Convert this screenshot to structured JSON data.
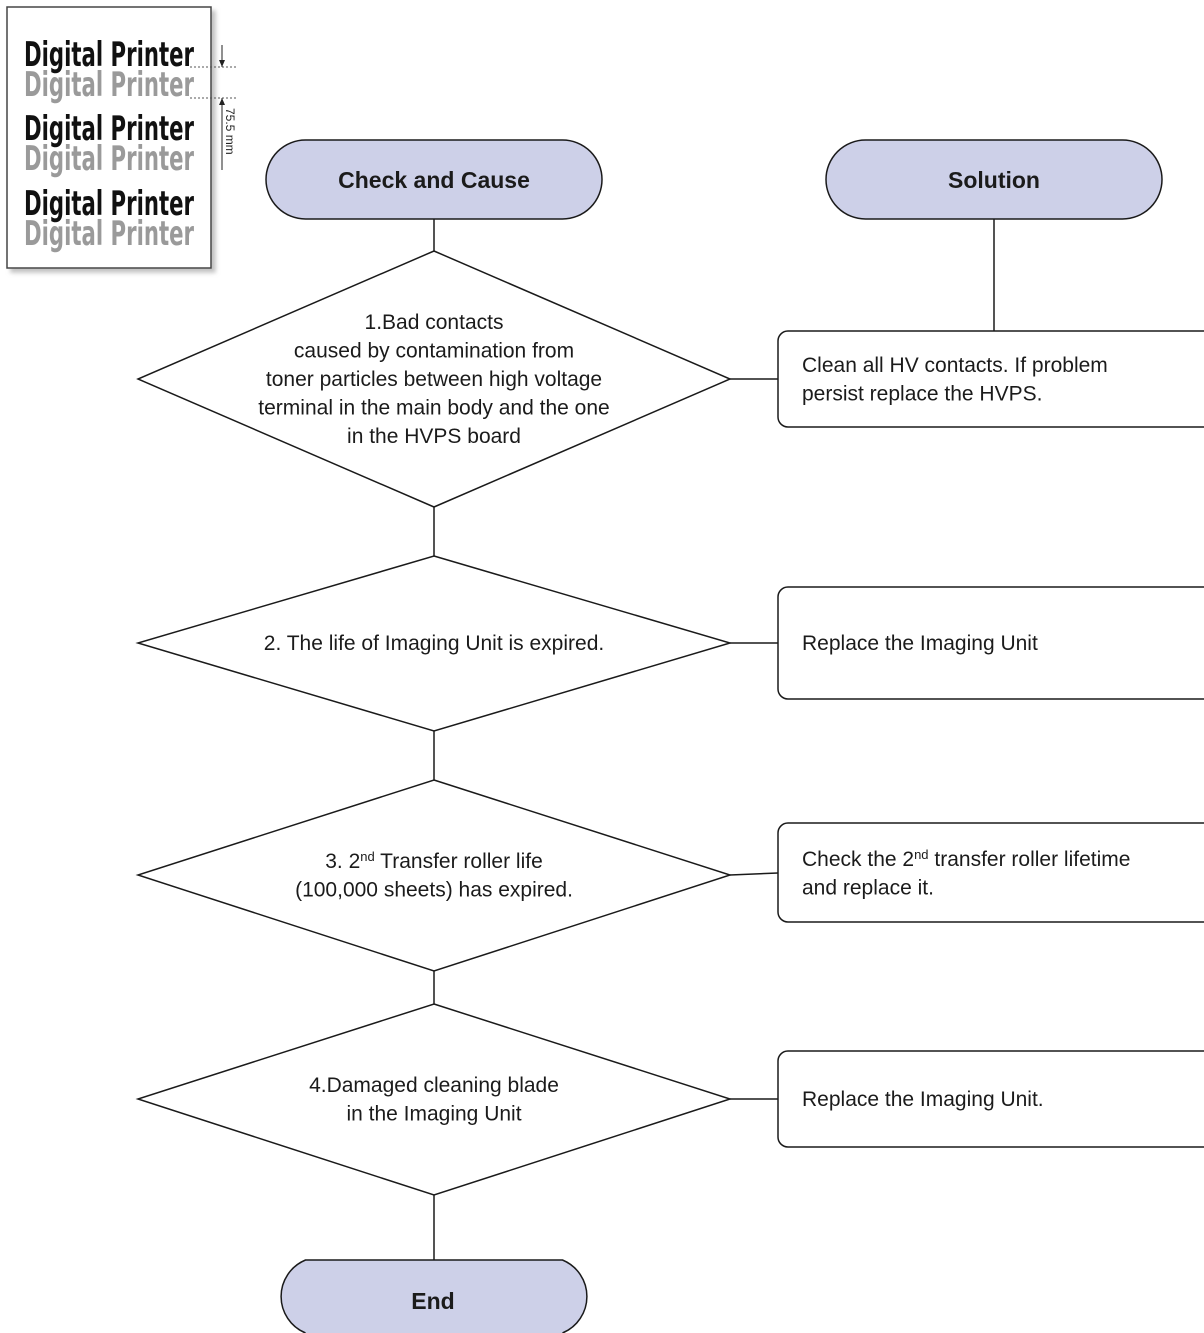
{
  "sample": {
    "dark_label": "Digital Printer",
    "ghost_label": "Digital Printer",
    "dimension": "75.5 mm"
  },
  "headers": {
    "check": "Check and Cause",
    "solution": "Solution",
    "end": "End"
  },
  "checks": [
    {
      "lines": [
        "1.Bad contacts",
        "caused by contamination from",
        "toner particles between high voltage",
        "terminal in the main body and the one",
        "in the HVPS board"
      ]
    },
    {
      "lines": [
        "2. The life of Imaging Unit is expired."
      ]
    },
    {
      "lines": [
        {
          "pre": "3. 2",
          "sup": "nd",
          "post": " Transfer roller life"
        },
        "(100,000 sheets) has expired."
      ]
    },
    {
      "lines": [
        "4.Damaged cleaning blade",
        "in the Imaging Unit"
      ]
    }
  ],
  "solutions": [
    {
      "lines": [
        "Clean all HV contacts. If problem",
        "persist replace the HVPS."
      ]
    },
    {
      "lines": [
        "Replace the Imaging Unit"
      ]
    },
    {
      "lines": [
        {
          "pre": "Check the 2",
          "sup": "nd",
          "post": " transfer roller lifetime"
        },
        " and replace it."
      ]
    },
    {
      "lines": [
        "Replace the Imaging Unit."
      ]
    }
  ],
  "colors": {
    "terminal_fill": "#cdd0e8",
    "stroke": "#1a1a1a"
  }
}
